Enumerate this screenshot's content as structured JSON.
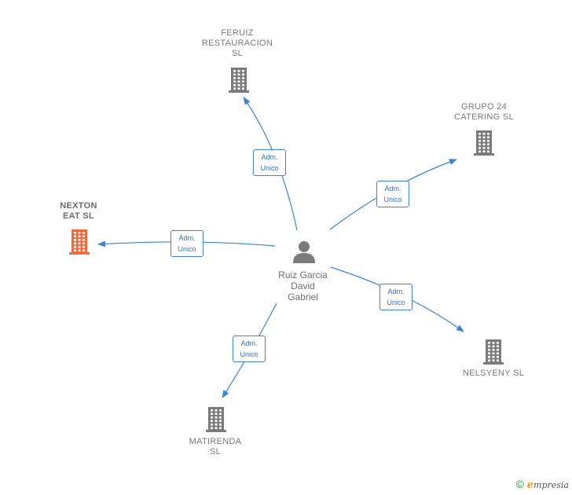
{
  "center": {
    "name": "Ruiz Garcia\nDavid\nGabriel",
    "icon": "person-icon"
  },
  "companies": [
    {
      "id": "feruiz",
      "name": "FERUIZ\nRESTAURACION\nSL",
      "icon": "building-icon",
      "color": "#7b7b7b",
      "relation": "Adm.\nUnico"
    },
    {
      "id": "grupo24",
      "name": "GRUPO 24\nCATERING  SL",
      "icon": "building-icon",
      "color": "#7b7b7b",
      "relation": "Adm.\nUnico"
    },
    {
      "id": "nexton",
      "name": "NEXTON\nEAT  SL",
      "icon": "building-icon",
      "color": "#f26a3c",
      "relation": "Adm.\nUnico"
    },
    {
      "id": "nelsyeny",
      "name": "NELSYENY  SL",
      "icon": "building-icon",
      "color": "#7b7b7b",
      "relation": "Adm.\nUnico"
    },
    {
      "id": "matirenda",
      "name": "MATIRENDA\nSL",
      "icon": "building-icon",
      "color": "#7b7b7b",
      "relation": "Adm.\nUnico"
    }
  ],
  "colors": {
    "edge": "#3b82d6",
    "person": "#7b7b7b"
  },
  "footer": {
    "copyright": "©",
    "brand_initial": "e",
    "brand_rest": "mpresia"
  }
}
